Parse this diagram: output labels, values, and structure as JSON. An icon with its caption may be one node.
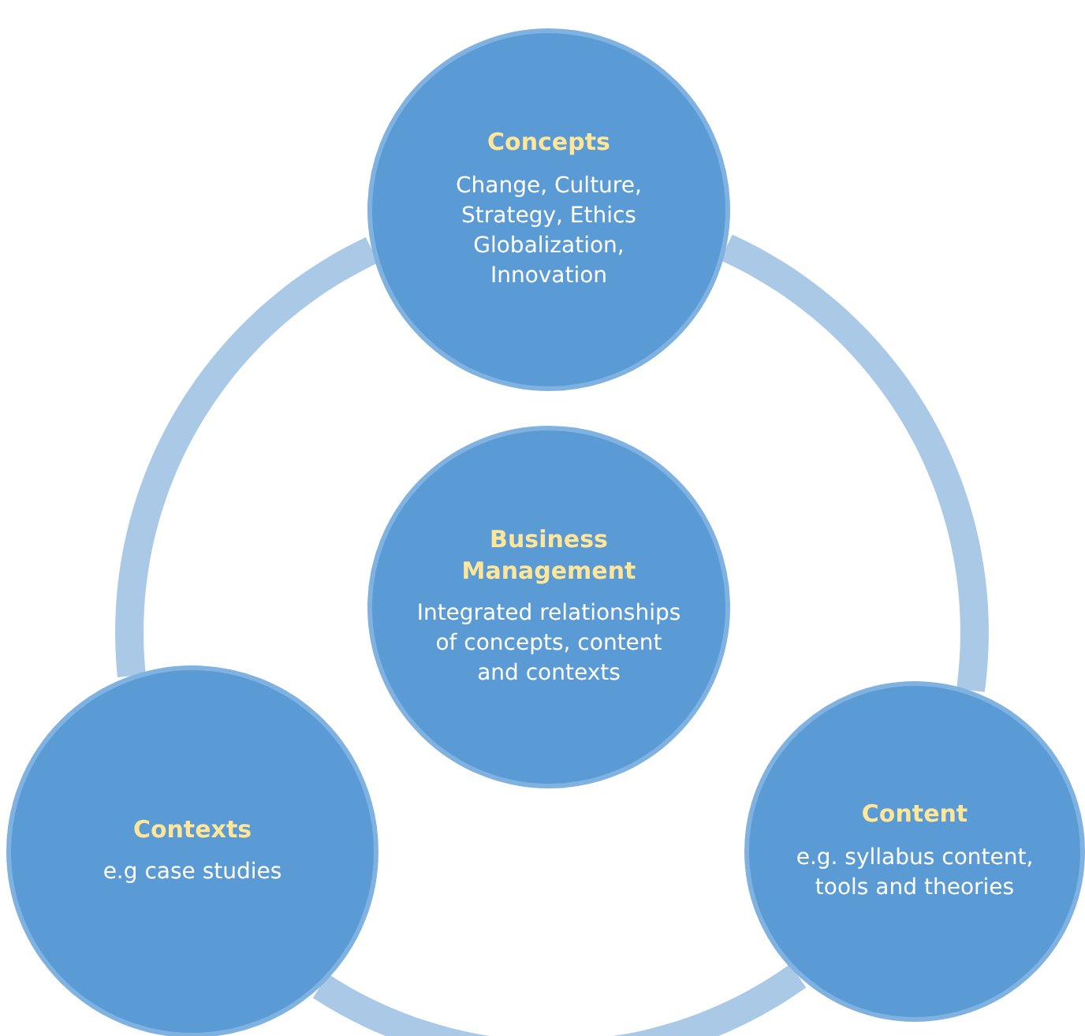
{
  "diagram": {
    "nodes": [
      {
        "text": [
          "Concepts",
          "Change, Culture, Strategy, Ethics Globalization, Innovation"
        ]
      },
      {
        "text": [
          "Business Management",
          "Integrated relationships of concepts, content and contexts"
        ]
      },
      {
        "text": [
          "Contexts",
          "e.g case studies"
        ]
      },
      {
        "text": [
          "Content",
          "e.g. syllabus content, tools and theories"
        ]
      }
    ],
    "edges": [
      {
        "from": 0,
        "to": 3,
        "arrow": "none"
      },
      {
        "from": 3,
        "to": 2,
        "arrow": "none"
      },
      {
        "from": 2,
        "to": 0,
        "arrow": "none"
      }
    ]
  }
}
